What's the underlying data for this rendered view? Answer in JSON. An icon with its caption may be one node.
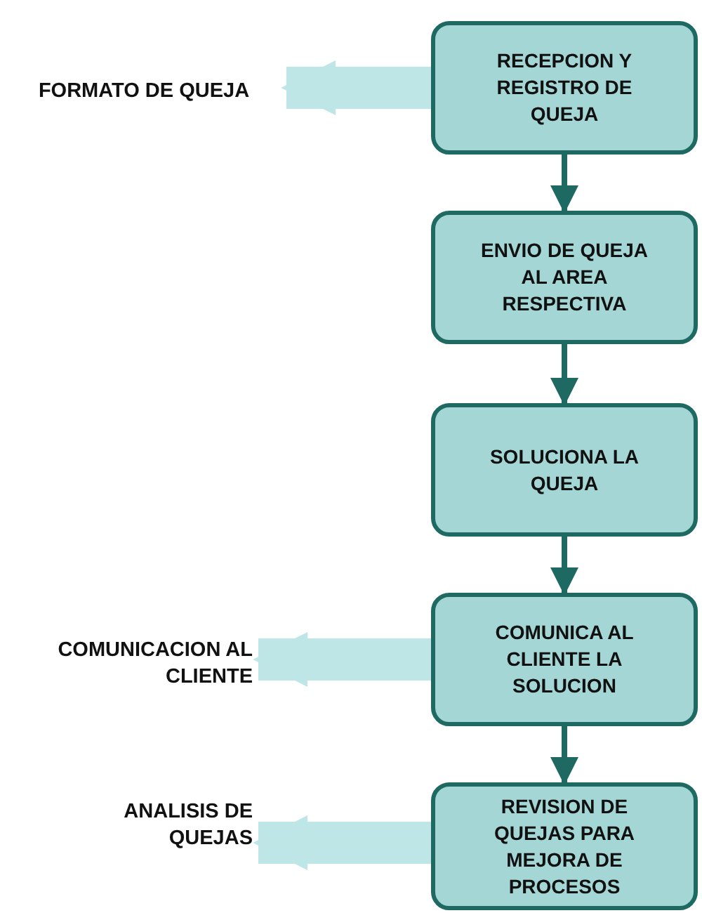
{
  "diagram": {
    "nodes": [
      {
        "text": [
          "FORMATO DE QUEJA"
        ]
      },
      {
        "text": [
          "RECEPCION Y REGISTRO DE QUEJA"
        ]
      },
      {
        "text": [
          "ENVIO DE QUEJA AL AREA RESPECTIVA"
        ]
      },
      {
        "text": [
          "SOLUCIONA LA QUEJA"
        ]
      },
      {
        "text": [
          "COMUNICACION AL CLIENTE"
        ]
      },
      {
        "text": [
          "COMUNICA AL CLIENTE LA SOLUCION"
        ]
      },
      {
        "text": [
          "ANALISIS DE QUEJAS"
        ]
      },
      {
        "text": [
          "REVISION DE QUEJAS PARA MEJORA DE PROCESOS"
        ]
      }
    ],
    "edges": [
      {
        "from": 1,
        "to": 2,
        "arrow": "to"
      },
      {
        "from": 2,
        "to": 3,
        "arrow": "to"
      },
      {
        "from": 3,
        "to": 5,
        "arrow": "to"
      },
      {
        "from": 5,
        "to": 7,
        "arrow": "to"
      },
      {
        "from": 1,
        "to": 0,
        "arrow": "to",
        "style": "thick",
        "color": "#bfe6e6"
      },
      {
        "from": 5,
        "to": 4,
        "arrow": "to",
        "style": "thick",
        "color": "#bfe6e6"
      },
      {
        "from": 7,
        "to": 6,
        "arrow": "to",
        "style": "thick",
        "color": "#bfe6e6"
      }
    ]
  }
}
